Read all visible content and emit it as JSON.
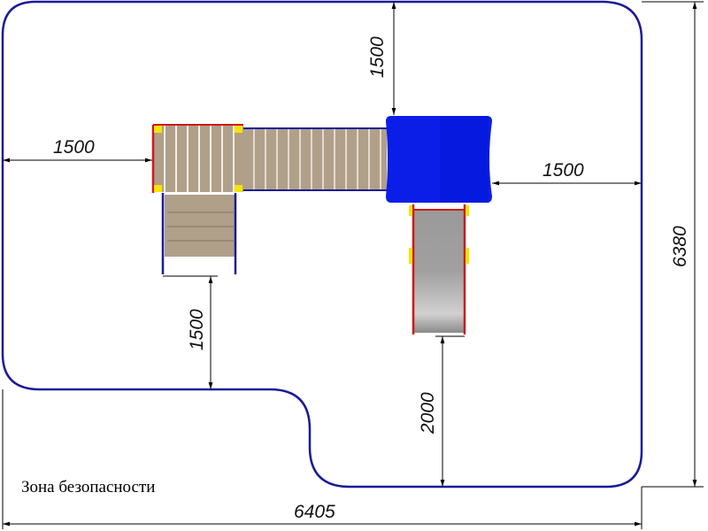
{
  "zone_label": "Зона безопасности",
  "dimensions": {
    "top_clearance": "1500",
    "left_clearance": "1500",
    "right_clearance": "1500",
    "bottom_stairs_clearance": "1500",
    "slide_clearance": "2000",
    "total_height": "6380",
    "total_width": "6405"
  },
  "colors": {
    "boundary": "#1a1a9a",
    "tower": "#0a1ee8",
    "frame_red": "#d01818",
    "wood": "#b0a08a",
    "slide": "#b4b4b4",
    "bolt": "#f5e400"
  }
}
